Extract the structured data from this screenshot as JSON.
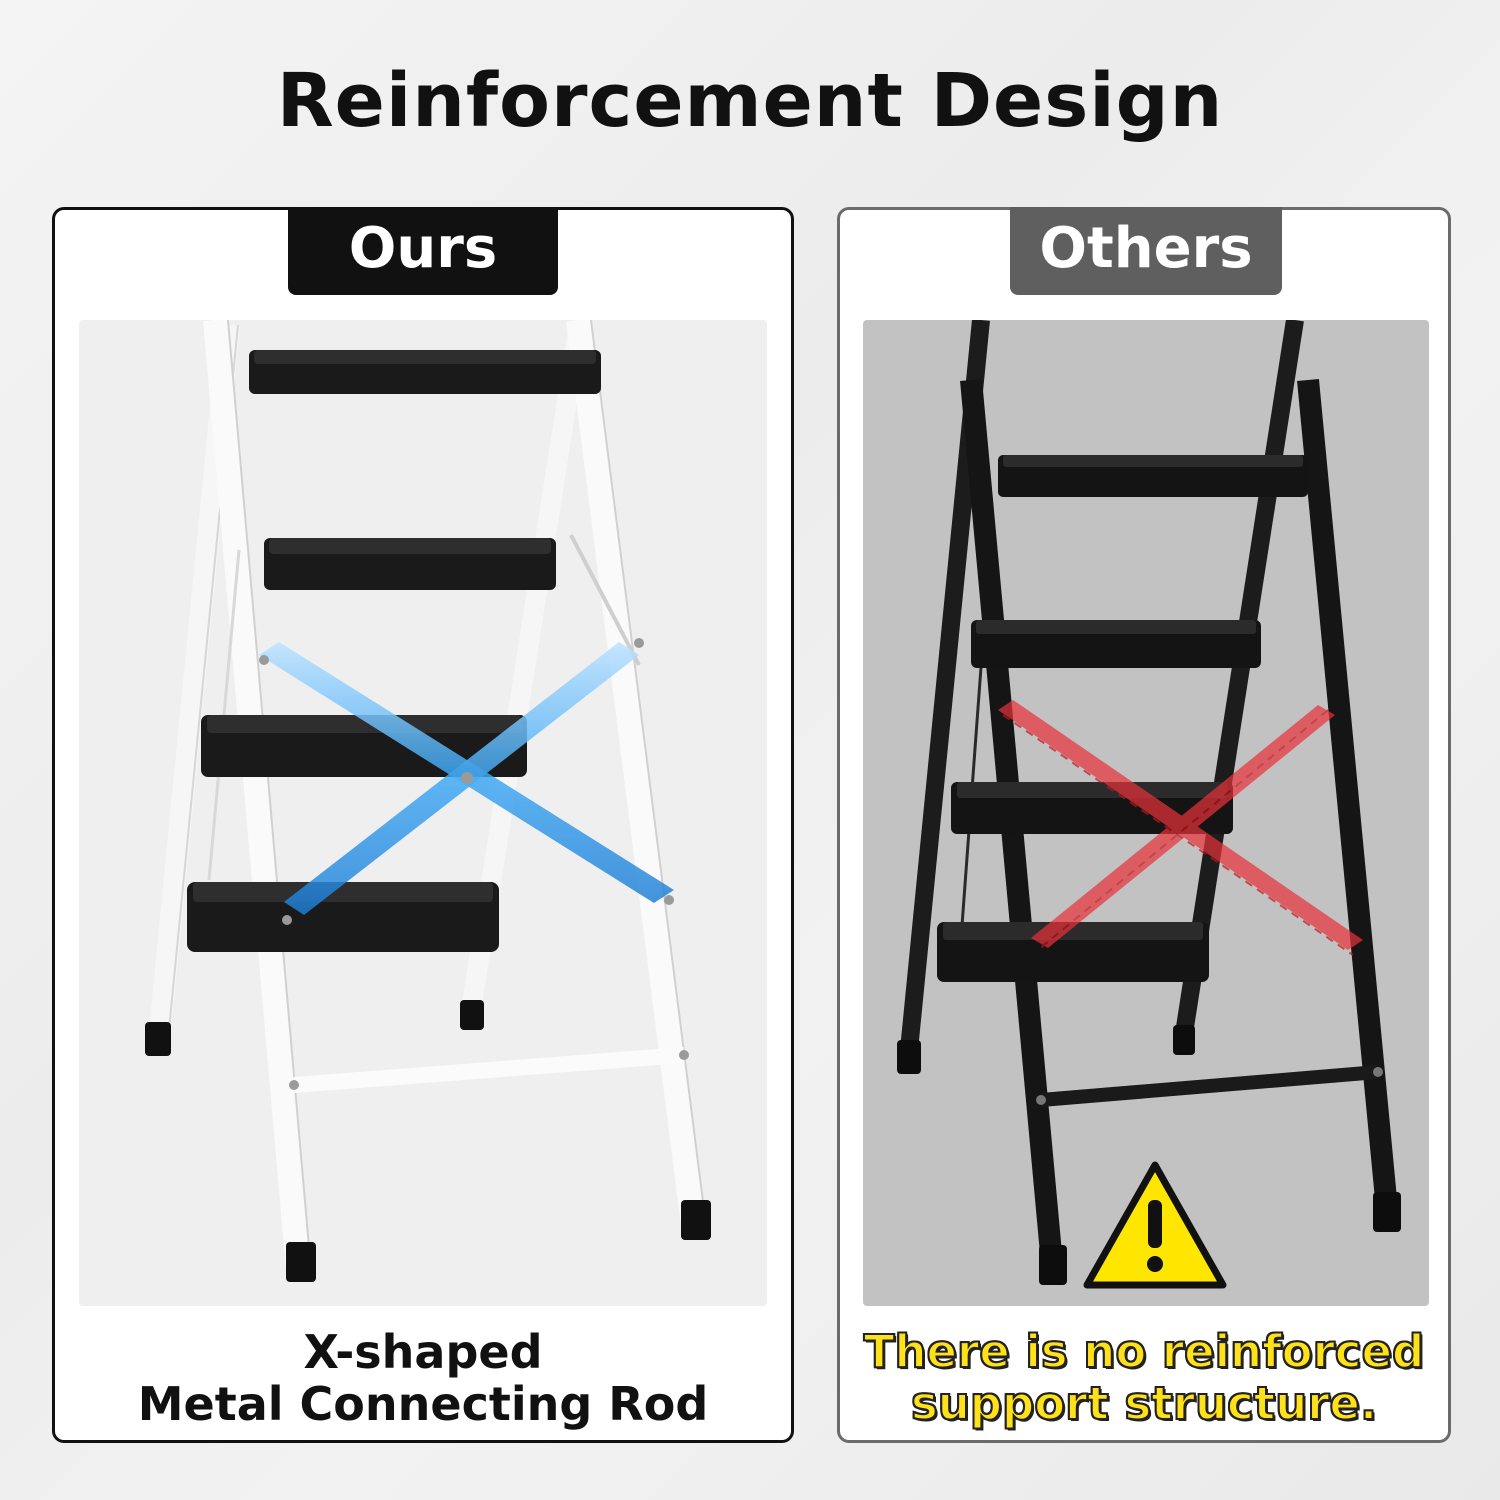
{
  "title": "Reinforcement Design",
  "ours": {
    "tag": "Ours",
    "caption_line1": "X-shaped",
    "caption_line2": "Metal Connecting Rod",
    "ladder_color": "#f4f4f4",
    "x_brace_color": "#3fa9f5"
  },
  "others": {
    "tag": "Others",
    "caption_line1": "There is no reinforced",
    "caption_line2": "support structure.",
    "ladder_color": "#1c1c1c",
    "x_mark_color": "#e8323a",
    "warning_color": "#ffe600",
    "warning_icon": "warning-triangle-icon"
  }
}
